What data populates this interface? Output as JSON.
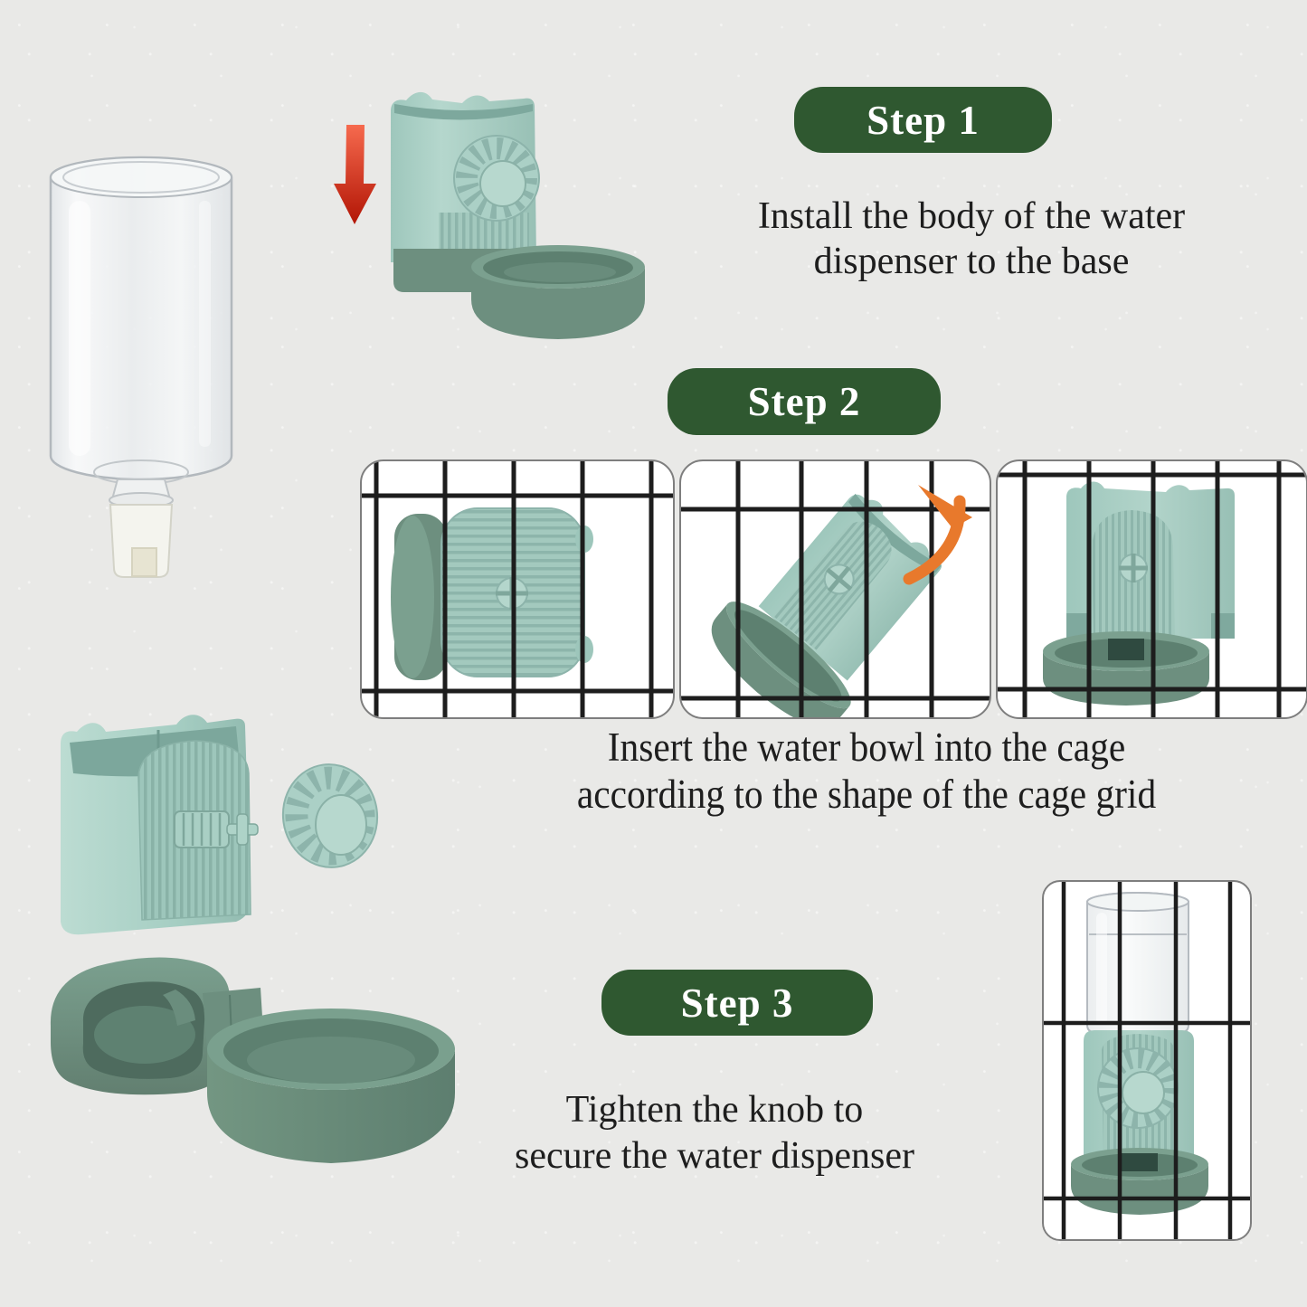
{
  "steps": [
    {
      "badge": "Step 1",
      "lines": [
        "Install the body of the water",
        "dispenser to the base"
      ]
    },
    {
      "badge": "Step 2",
      "lines": [
        "Insert the water bowl into the cage",
        "according to the shape of the cage grid"
      ]
    },
    {
      "badge": "Step 3",
      "lines": [
        "Tighten the knob to",
        "secure the water dispenser"
      ]
    }
  ],
  "icons": {
    "step1_arrow": "red-down-arrow",
    "step2_arrow": "orange-curved-rotate-arrow"
  },
  "colors": {
    "background": "#e9e9e7",
    "badge_green": "#2f5830",
    "text": "#1e1e1e",
    "product_mint": "#a8cfc5",
    "product_sage": "#6d8f7f",
    "cage_wire": "#1d1d1d",
    "panel_background": "#ffffff",
    "arrow_red": "#d22a12",
    "arrow_orange": "#e8792c",
    "bottle_clear": "#eef0f1",
    "nozzle_white": "#f4f4ee"
  }
}
